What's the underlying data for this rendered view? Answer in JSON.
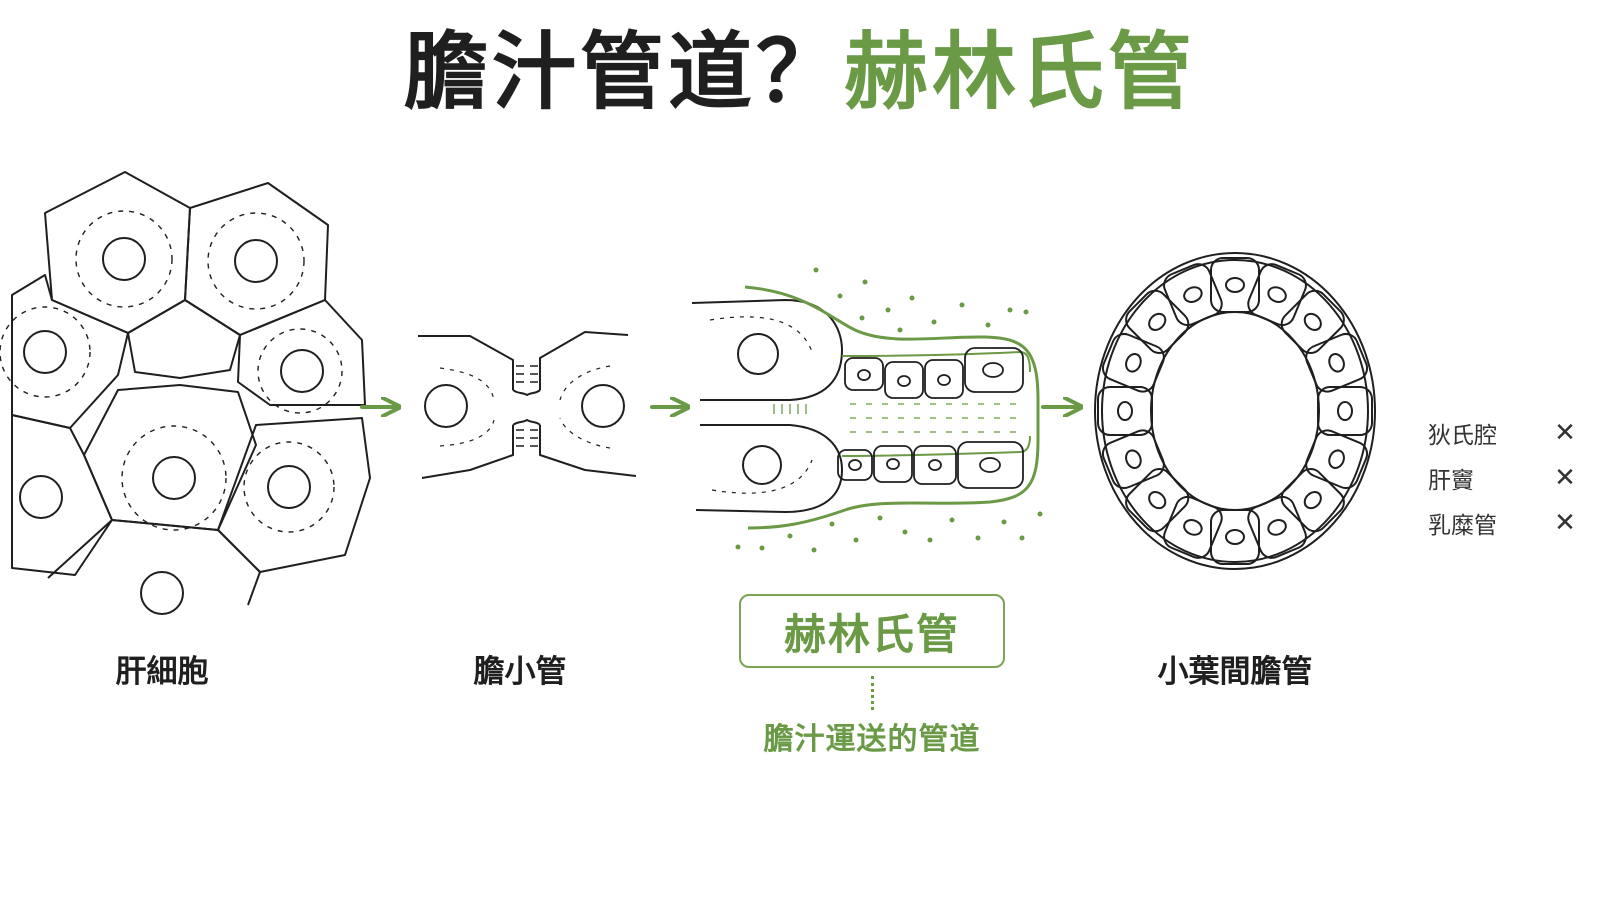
{
  "title": {
    "part1": "膽汁管道？",
    "part2": "赫林氏管"
  },
  "colors": {
    "accent_green": "#6a9a45",
    "line_dark": "#1f1f1f"
  },
  "stages": [
    {
      "label": "肝細胞"
    },
    {
      "label": "膽小管"
    },
    {
      "label": "小葉間膽管"
    }
  ],
  "highlight": {
    "label": "赫林氏管",
    "caption": "膽汁運送的管道"
  },
  "distractors": [
    {
      "label": "狄氏腔",
      "mark": "✕"
    },
    {
      "label": "肝竇",
      "mark": "✕"
    },
    {
      "label": "乳糜管",
      "mark": "✕"
    }
  ]
}
